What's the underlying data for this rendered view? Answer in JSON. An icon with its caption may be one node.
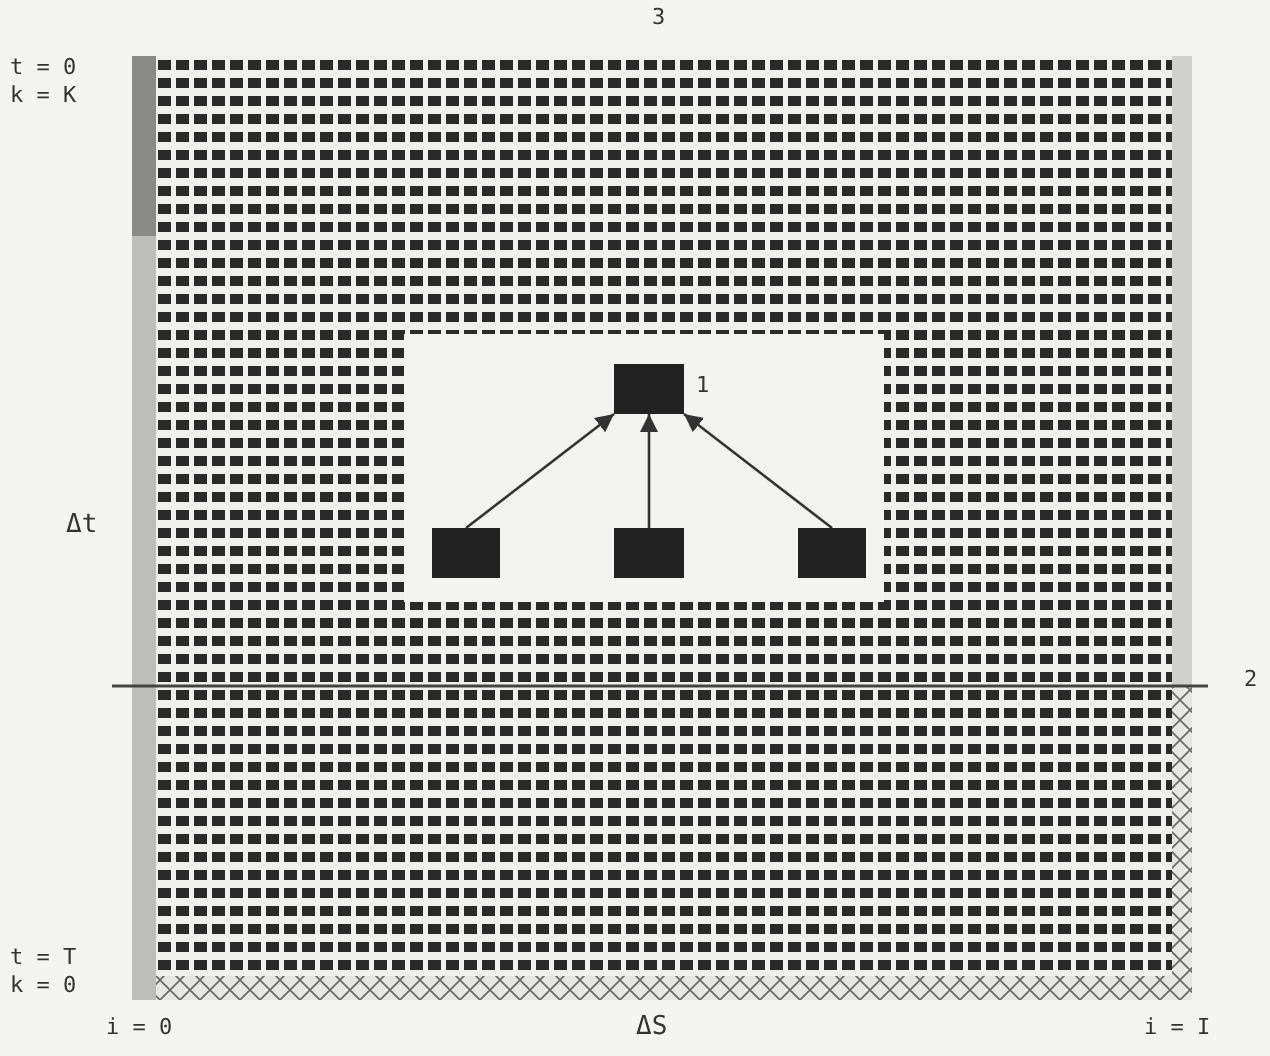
{
  "diagram": {
    "nodes": [
      {
        "text": [],
        "shape": "box"
      },
      {
        "text": [],
        "shape": "box"
      },
      {
        "text": [],
        "shape": "box"
      },
      {
        "text": [],
        "shape": "box"
      }
    ],
    "edges": [
      {
        "from": 1,
        "to": 0,
        "arrow": "to"
      },
      {
        "from": 2,
        "to": 0,
        "arrow": "to"
      },
      {
        "from": 3,
        "to": 0,
        "arrow": "to"
      }
    ],
    "labels": [
      "3",
      "t = 0",
      "k = K",
      "1",
      "Δt",
      "2",
      "t = T",
      "k = 0",
      "i = 0",
      "ΔS",
      "i = I"
    ]
  }
}
